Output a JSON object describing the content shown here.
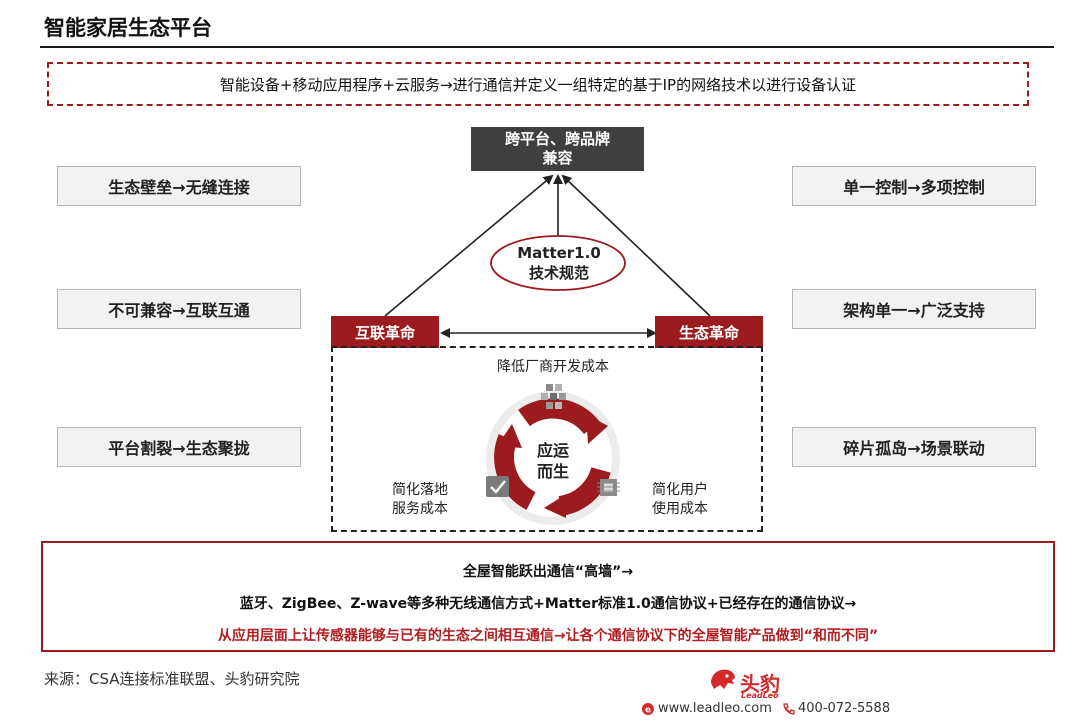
{
  "page": {
    "title": "智能家居生态平台"
  },
  "banner": {
    "text": "智能设备+移动应用程序+云服务→进行通信并定义一组特定的基于IP的网络技术以进行设备认证"
  },
  "left_items": [
    "生态壁垒→无缝连接",
    "不可兼容→互联互通",
    "平台割裂→生态聚拢"
  ],
  "right_items": [
    "单一控制→多项控制",
    "架构单一→广泛支持",
    "碎片孤岛→场景联动"
  ],
  "triangle": {
    "top_line1": "跨平台、跨品牌",
    "top_line2": "兼容",
    "left": "互联革命",
    "right": "生态革命",
    "center_line1": "Matter1.0",
    "center_line2": "技术规范"
  },
  "cycle": {
    "top": "降低厂商开发成本",
    "left_line1": "简化落地",
    "left_line2": "服务成本",
    "right_line1": "简化用户",
    "right_line2": "使用成本",
    "core_line1": "应运",
    "core_line2": "而生"
  },
  "bottom": {
    "line1": "全屋智能跃出通信“高墙”→",
    "line2": "蓝牙、ZigBee、Z-wave等多种无线通信方式+Matter标准1.0通信协议+已经存在的通信协议→",
    "line3": "从应用层面上让传感器能够与已有的生态之间相互通信→让各个通信协议下的全屋智能产品做到“和而不同”"
  },
  "footer": {
    "source": "来源：CSA连接标准联盟、头豹研究院",
    "logo_text": "头豹",
    "logo_sub": "LeadLeo",
    "website": "www.leadleo.com",
    "phone": "400-072-5588"
  },
  "colors": {
    "accent": "#9b1b1e",
    "dark_box": "#3f3f3f",
    "side_box": "#f2f2f2"
  }
}
